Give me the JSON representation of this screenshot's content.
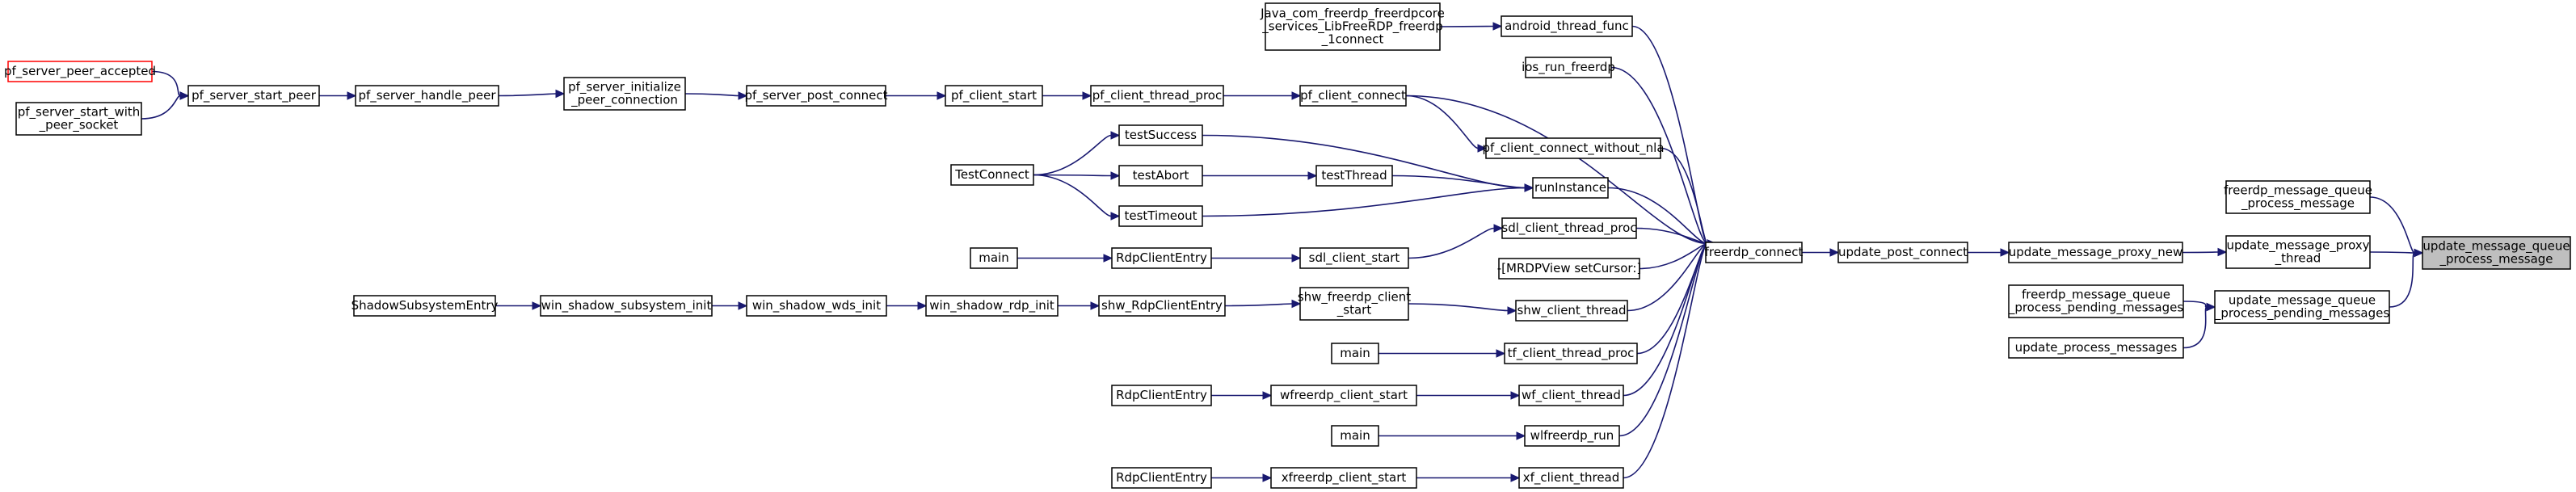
{
  "graph": {
    "title": "update_message_queue_process_message call graph",
    "colors": {
      "edge": "#191970",
      "node_border": "#000000",
      "highlight_fill": "#bfbfbf",
      "red_border": "#ff0000"
    },
    "nodes": [
      {
        "id": "target",
        "lines": [
          "update_message_queue",
          "_process_message"
        ],
        "style": "highlight"
      },
      {
        "id": "fmq_process_message",
        "lines": [
          "freerdp_message_queue",
          "_process_message"
        ]
      },
      {
        "id": "ump_thread",
        "lines": [
          "update_message_proxy",
          "_thread"
        ]
      },
      {
        "id": "fmq_process_pending",
        "lines": [
          "freerdp_message_queue",
          "_process_pending_messages"
        ]
      },
      {
        "id": "umq_process_pending",
        "lines": [
          "update_message_queue",
          "_process_pending_messages"
        ]
      },
      {
        "id": "update_process_messages",
        "lines": [
          "update_process_messages"
        ]
      },
      {
        "id": "ump_new",
        "lines": [
          "update_message_proxy_new"
        ]
      },
      {
        "id": "update_post_connect",
        "lines": [
          "update_post_connect"
        ]
      },
      {
        "id": "freerdp_connect",
        "lines": [
          "freerdp_connect"
        ]
      },
      {
        "id": "java_connect",
        "lines": [
          "Java_com_freerdp_freerdpcore",
          "_services_LibFreeRDP_freerdp",
          "_1connect"
        ]
      },
      {
        "id": "android_thread_func",
        "lines": [
          "android_thread_func"
        ]
      },
      {
        "id": "ios_run_freerdp",
        "lines": [
          "ios_run_freerdp"
        ]
      },
      {
        "id": "pf_client_connect",
        "lines": [
          "pf_client_connect"
        ]
      },
      {
        "id": "pf_client_thread_proc",
        "lines": [
          "pf_client_thread_proc"
        ]
      },
      {
        "id": "pf_client_start",
        "lines": [
          "pf_client_start"
        ]
      },
      {
        "id": "pf_server_post_connect",
        "lines": [
          "pf_server_post_connect"
        ]
      },
      {
        "id": "pf_server_initialize_peer_connection",
        "lines": [
          "pf_server_initialize",
          "_peer_connection"
        ]
      },
      {
        "id": "pf_server_handle_peer",
        "lines": [
          "pf_server_handle_peer"
        ]
      },
      {
        "id": "pf_server_start_peer",
        "lines": [
          "pf_server_start_peer"
        ]
      },
      {
        "id": "pf_server_peer_accepted",
        "lines": [
          "pf_server_peer_accepted"
        ],
        "style": "red"
      },
      {
        "id": "pf_server_start_with_peer_socket",
        "lines": [
          "pf_server_start_with",
          "_peer_socket"
        ]
      },
      {
        "id": "pf_client_connect_without_nla",
        "lines": [
          "pf_client_connect_without_nla"
        ]
      },
      {
        "id": "testSuccess",
        "lines": [
          "testSuccess"
        ]
      },
      {
        "id": "TestConnect",
        "lines": [
          "TestConnect"
        ]
      },
      {
        "id": "testAbort",
        "lines": [
          "testAbort"
        ]
      },
      {
        "id": "testThread",
        "lines": [
          "testThread"
        ]
      },
      {
        "id": "runInstance",
        "lines": [
          "runInstance"
        ]
      },
      {
        "id": "testTimeout",
        "lines": [
          "testTimeout"
        ]
      },
      {
        "id": "sdl_client_thread_proc",
        "lines": [
          "sdl_client_thread_proc"
        ]
      },
      {
        "id": "main_sdl",
        "lines": [
          "main"
        ]
      },
      {
        "id": "RdpClientEntry_sdl",
        "lines": [
          "RdpClientEntry"
        ]
      },
      {
        "id": "sdl_client_start",
        "lines": [
          "sdl_client_start"
        ]
      },
      {
        "id": "mrdpview_setcursor",
        "lines": [
          "-[MRDPView setCursor:]"
        ]
      },
      {
        "id": "ShadowSubsystemEntry",
        "lines": [
          "ShadowSubsystemEntry"
        ]
      },
      {
        "id": "win_shadow_subsystem_init",
        "lines": [
          "win_shadow_subsystem_init"
        ]
      },
      {
        "id": "win_shadow_wds_init",
        "lines": [
          "win_shadow_wds_init"
        ]
      },
      {
        "id": "win_shadow_rdp_init",
        "lines": [
          "win_shadow_rdp_init"
        ]
      },
      {
        "id": "shw_RdpClientEntry",
        "lines": [
          "shw_RdpClientEntry"
        ]
      },
      {
        "id": "shw_freerdp_client_start",
        "lines": [
          "shw_freerdp_client",
          "_start"
        ]
      },
      {
        "id": "shw_client_thread",
        "lines": [
          "shw_client_thread"
        ]
      },
      {
        "id": "main_tf",
        "lines": [
          "main"
        ]
      },
      {
        "id": "tf_client_thread_proc",
        "lines": [
          "tf_client_thread_proc"
        ]
      },
      {
        "id": "RdpClientEntry_wf",
        "lines": [
          "RdpClientEntry"
        ]
      },
      {
        "id": "wfreerdp_client_start",
        "lines": [
          "wfreerdp_client_start"
        ]
      },
      {
        "id": "wf_client_thread",
        "lines": [
          "wf_client_thread"
        ]
      },
      {
        "id": "main_wl",
        "lines": [
          "main"
        ]
      },
      {
        "id": "wlfreerdp_run",
        "lines": [
          "wlfreerdp_run"
        ]
      },
      {
        "id": "RdpClientEntry_xf",
        "lines": [
          "RdpClientEntry"
        ]
      },
      {
        "id": "xfreerdp_client_start",
        "lines": [
          "xfreerdp_client_start"
        ]
      },
      {
        "id": "xf_client_thread",
        "lines": [
          "xf_client_thread"
        ]
      }
    ],
    "edges": [
      [
        "fmq_process_message",
        "target"
      ],
      [
        "ump_thread",
        "target"
      ],
      [
        "umq_process_pending",
        "target"
      ],
      [
        "ump_new",
        "ump_thread"
      ],
      [
        "fmq_process_pending",
        "umq_process_pending"
      ],
      [
        "update_process_messages",
        "umq_process_pending"
      ],
      [
        "update_post_connect",
        "ump_new"
      ],
      [
        "freerdp_connect",
        "update_post_connect"
      ],
      [
        "android_thread_func",
        "freerdp_connect"
      ],
      [
        "java_connect",
        "android_thread_func"
      ],
      [
        "ios_run_freerdp",
        "freerdp_connect"
      ],
      [
        "pf_client_connect",
        "freerdp_connect"
      ],
      [
        "pf_client_thread_proc",
        "pf_client_connect"
      ],
      [
        "pf_client_start",
        "pf_client_thread_proc"
      ],
      [
        "pf_server_post_connect",
        "pf_client_start"
      ],
      [
        "pf_server_initialize_peer_connection",
        "pf_server_post_connect"
      ],
      [
        "pf_server_handle_peer",
        "pf_server_initialize_peer_connection"
      ],
      [
        "pf_server_start_peer",
        "pf_server_handle_peer"
      ],
      [
        "pf_server_peer_accepted",
        "pf_server_start_peer"
      ],
      [
        "pf_server_start_with_peer_socket",
        "pf_server_start_peer"
      ],
      [
        "pf_client_connect_without_nla",
        "freerdp_connect"
      ],
      [
        "pf_client_connect",
        "pf_client_connect_without_nla"
      ],
      [
        "runInstance",
        "freerdp_connect"
      ],
      [
        "testSuccess",
        "runInstance"
      ],
      [
        "testThread",
        "runInstance"
      ],
      [
        "testTimeout",
        "runInstance"
      ],
      [
        "TestConnect",
        "testSuccess"
      ],
      [
        "TestConnect",
        "testAbort"
      ],
      [
        "TestConnect",
        "testTimeout"
      ],
      [
        "testAbort",
        "testThread"
      ],
      [
        "sdl_client_thread_proc",
        "freerdp_connect"
      ],
      [
        "sdl_client_start",
        "sdl_client_thread_proc"
      ],
      [
        "RdpClientEntry_sdl",
        "sdl_client_start"
      ],
      [
        "main_sdl",
        "RdpClientEntry_sdl"
      ],
      [
        "mrdpview_setcursor",
        "freerdp_connect"
      ],
      [
        "shw_client_thread",
        "freerdp_connect"
      ],
      [
        "shw_freerdp_client_start",
        "shw_client_thread"
      ],
      [
        "shw_RdpClientEntry",
        "shw_freerdp_client_start"
      ],
      [
        "win_shadow_rdp_init",
        "shw_RdpClientEntry"
      ],
      [
        "win_shadow_wds_init",
        "win_shadow_rdp_init"
      ],
      [
        "win_shadow_subsystem_init",
        "win_shadow_wds_init"
      ],
      [
        "ShadowSubsystemEntry",
        "win_shadow_subsystem_init"
      ],
      [
        "tf_client_thread_proc",
        "freerdp_connect"
      ],
      [
        "main_tf",
        "tf_client_thread_proc"
      ],
      [
        "wf_client_thread",
        "freerdp_connect"
      ],
      [
        "wfreerdp_client_start",
        "wf_client_thread"
      ],
      [
        "RdpClientEntry_wf",
        "wfreerdp_client_start"
      ],
      [
        "wlfreerdp_run",
        "freerdp_connect"
      ],
      [
        "main_wl",
        "wlfreerdp_run"
      ],
      [
        "xf_client_thread",
        "freerdp_connect"
      ],
      [
        "xfreerdp_client_start",
        "xf_client_thread"
      ],
      [
        "RdpClientEntry_xf",
        "xfreerdp_client_start"
      ]
    ]
  }
}
